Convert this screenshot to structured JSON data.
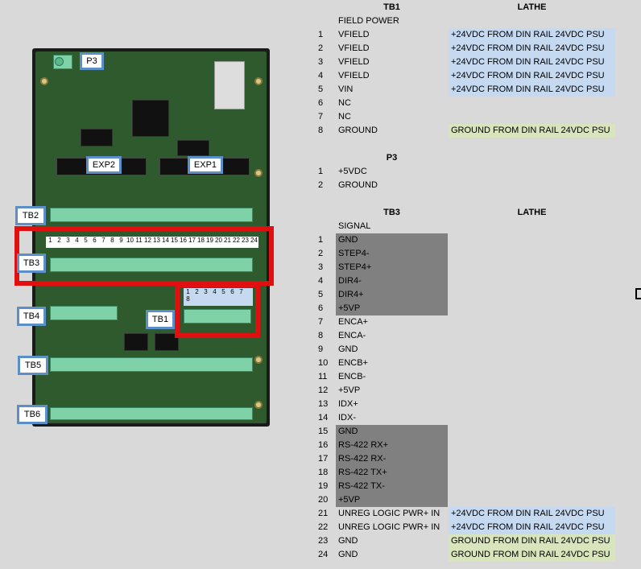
{
  "board_labels": {
    "p3": "P3",
    "exp2": "EXP2",
    "exp1": "EXP1",
    "tb2": "TB2",
    "tb3": "TB3",
    "tb4": "TB4",
    "tb1": "TB1",
    "tb5": "TB5",
    "tb6": "TB6"
  },
  "tb3_pin_numbers": [
    "1",
    "2",
    "3",
    "4",
    "5",
    "6",
    "7",
    "8",
    "9",
    "10",
    "11",
    "12",
    "13",
    "14",
    "15",
    "16",
    "17",
    "18",
    "19",
    "20",
    "21",
    "22",
    "23",
    "24"
  ],
  "tb1_pin_numbers": [
    "1",
    "2",
    "3",
    "4",
    "5",
    "6",
    "7",
    "8"
  ],
  "tb1": {
    "header": "TB1",
    "lathe_header": "LATHE",
    "subheader": "FIELD POWER",
    "rows": [
      {
        "n": "1",
        "name": "VFIELD",
        "desc": "+24VDC FROM DIN RAIL 24VDC PSU",
        "color": "blue"
      },
      {
        "n": "2",
        "name": "VFIELD",
        "desc": "+24VDC FROM DIN RAIL 24VDC PSU",
        "color": "blue"
      },
      {
        "n": "3",
        "name": "VFIELD",
        "desc": "+24VDC FROM DIN RAIL 24VDC PSU",
        "color": "blue"
      },
      {
        "n": "4",
        "name": "VFIELD",
        "desc": "+24VDC FROM DIN RAIL 24VDC PSU",
        "color": "blue"
      },
      {
        "n": "5",
        "name": "VIN",
        "desc": "+24VDC FROM DIN RAIL 24VDC PSU",
        "color": "blue"
      },
      {
        "n": "6",
        "name": "NC",
        "desc": "",
        "color": ""
      },
      {
        "n": "7",
        "name": "NC",
        "desc": "",
        "color": ""
      },
      {
        "n": "8",
        "name": "GROUND",
        "desc": "GROUND FROM DIN RAIL 24VDC PSU",
        "color": "green"
      }
    ]
  },
  "p3": {
    "header": "P3",
    "rows": [
      {
        "n": "1",
        "name": "+5VDC"
      },
      {
        "n": "2",
        "name": "GROUND"
      }
    ]
  },
  "tb3": {
    "header": "TB3",
    "lathe_header": "LATHE",
    "subheader": "SIGNAL",
    "rows": [
      {
        "n": "1",
        "name": "GND",
        "desc": "",
        "gray": true,
        "color": ""
      },
      {
        "n": "2",
        "name": "STEP4-",
        "desc": "",
        "gray": true,
        "color": ""
      },
      {
        "n": "3",
        "name": "STEP4+",
        "desc": "",
        "gray": true,
        "color": ""
      },
      {
        "n": "4",
        "name": "DIR4-",
        "desc": "",
        "gray": true,
        "color": ""
      },
      {
        "n": "5",
        "name": "DIR4+",
        "desc": "",
        "gray": true,
        "color": ""
      },
      {
        "n": "6",
        "name": "+5VP",
        "desc": "",
        "gray": true,
        "color": ""
      },
      {
        "n": "7",
        "name": "ENCA+",
        "desc": "",
        "gray": false,
        "color": ""
      },
      {
        "n": "8",
        "name": "ENCA-",
        "desc": "",
        "gray": false,
        "color": ""
      },
      {
        "n": "9",
        "name": "GND",
        "desc": "",
        "gray": false,
        "color": ""
      },
      {
        "n": "10",
        "name": "ENCB+",
        "desc": "",
        "gray": false,
        "color": ""
      },
      {
        "n": "11",
        "name": "ENCB-",
        "desc": "",
        "gray": false,
        "color": ""
      },
      {
        "n": "12",
        "name": "+5VP",
        "desc": "",
        "gray": false,
        "color": ""
      },
      {
        "n": "13",
        "name": "IDX+",
        "desc": "",
        "gray": false,
        "color": ""
      },
      {
        "n": "14",
        "name": "IDX-",
        "desc": "",
        "gray": false,
        "color": ""
      },
      {
        "n": "15",
        "name": "GND",
        "desc": "",
        "gray": true,
        "color": ""
      },
      {
        "n": "16",
        "name": "RS-422 RX+",
        "desc": "",
        "gray": true,
        "color": ""
      },
      {
        "n": "17",
        "name": "RS-422 RX-",
        "desc": "",
        "gray": true,
        "color": ""
      },
      {
        "n": "18",
        "name": "RS-422 TX+",
        "desc": "",
        "gray": true,
        "color": ""
      },
      {
        "n": "19",
        "name": "RS-422 TX-",
        "desc": "",
        "gray": true,
        "color": ""
      },
      {
        "n": "20",
        "name": "+5VP",
        "desc": "",
        "gray": true,
        "color": ""
      },
      {
        "n": "21",
        "name": "UNREG LOGIC PWR+ IN",
        "desc": "+24VDC FROM DIN RAIL 24VDC PSU",
        "gray": false,
        "color": "blue"
      },
      {
        "n": "22",
        "name": "UNREG LOGIC PWR+ IN",
        "desc": "+24VDC FROM DIN RAIL 24VDC PSU",
        "gray": false,
        "color": "blue"
      },
      {
        "n": "23",
        "name": "GND",
        "desc": "GROUND FROM DIN RAIL 24VDC PSU",
        "gray": false,
        "color": "green"
      },
      {
        "n": "24",
        "name": "GND",
        "desc": "GROUND FROM DIN RAIL 24VDC PSU",
        "gray": false,
        "color": "green"
      }
    ]
  },
  "colors": {
    "blue_fill": "#c5d9f1",
    "green_fill": "#d8e4bc",
    "gray_fill": "#808080",
    "highlight_red": "#e01010",
    "label_border": "#5b8fc7"
  }
}
